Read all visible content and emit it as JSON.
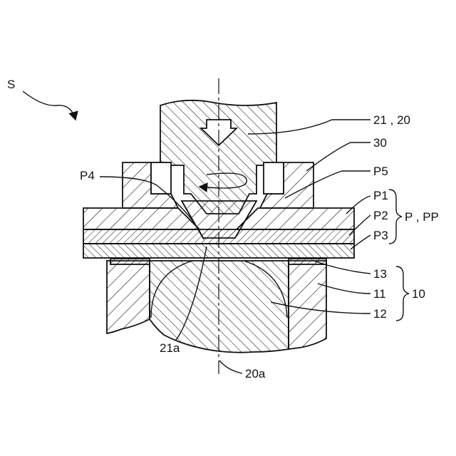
{
  "labels": {
    "s": "S",
    "l21_20": "21 , 20",
    "l30": "30",
    "p4": "P4",
    "p5": "P5",
    "p1": "P1",
    "p2": "P2",
    "p3": "P3",
    "p_pp": "P , PP",
    "l13": "13",
    "l11": "11",
    "l10": "10",
    "l12": "12",
    "l21a": "21a",
    "l20a": "20a"
  }
}
